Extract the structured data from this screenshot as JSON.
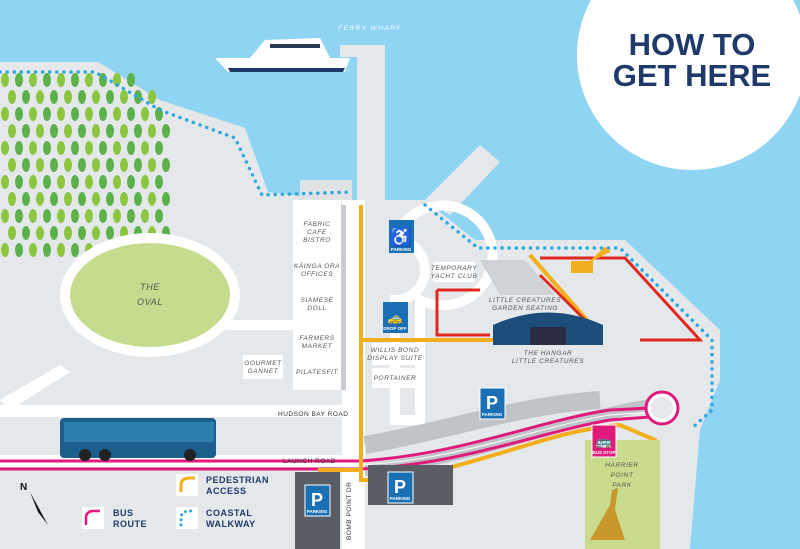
{
  "title": {
    "line1": "HOW TO",
    "line2": "GET HERE"
  },
  "ferry_label": "FERRY WHARF",
  "oval_label": {
    "line1": "THE",
    "line2": "OVAL"
  },
  "buildings": [
    {
      "line1": "FABRIC",
      "line2": "CAFE",
      "line3": "BISTRO"
    },
    {
      "line1": "KĀINGA ORA",
      "line2": "OFFICES"
    },
    {
      "line1": "SIAMESE",
      "line2": "DOLL"
    },
    {
      "line1": "FARMERS",
      "line2": "MARKET"
    },
    {
      "line1": "PILATESFIT"
    }
  ],
  "gourmet": {
    "line1": "GOURMET",
    "line2": "GANNET"
  },
  "willis": {
    "line1": "WILLIS BOND",
    "line2": "DISPLAY SUITE"
  },
  "portainer": "PORTAINER",
  "yacht_club": {
    "line1": "TEMPORARY",
    "line2": "YACHT CLUB"
  },
  "garden": {
    "line1": "LITTLE CREATURES",
    "line2": "GARDEN SEATING"
  },
  "hangar": {
    "line1": "THE HANGAR",
    "line2": "LITTLE CREATURES"
  },
  "harrier": {
    "line1": "HARRIER",
    "line2": "POINT",
    "line3": "PARK"
  },
  "roads": {
    "hudson": "HUDSON BAY ROAD",
    "launch": "LAUNCH ROAD",
    "bomb": "BOMB POINT DR"
  },
  "signs": {
    "parking": "PARKING",
    "dropoff": "DROP OFF",
    "bus_stop": "BUS STOP",
    "p": "P"
  },
  "legend": {
    "pedestrian": {
      "line1": "PEDESTRIAN",
      "line2": "ACCESS"
    },
    "bus": {
      "line1": "BUS",
      "line2": "ROUTE"
    },
    "walkway": {
      "line1": "COASTAL",
      "line2": "WALKWAY"
    },
    "north": "N"
  },
  "colors": {
    "sea": "#8fd4f3",
    "land": "#e4e8eb",
    "navy": "#1d3a6b",
    "parking": "#1b6fb5",
    "pedestrian": "#f2ae1c",
    "bus": "#e0197d",
    "walkway": "#2ea8e0",
    "park": "#c9dc8e"
  }
}
